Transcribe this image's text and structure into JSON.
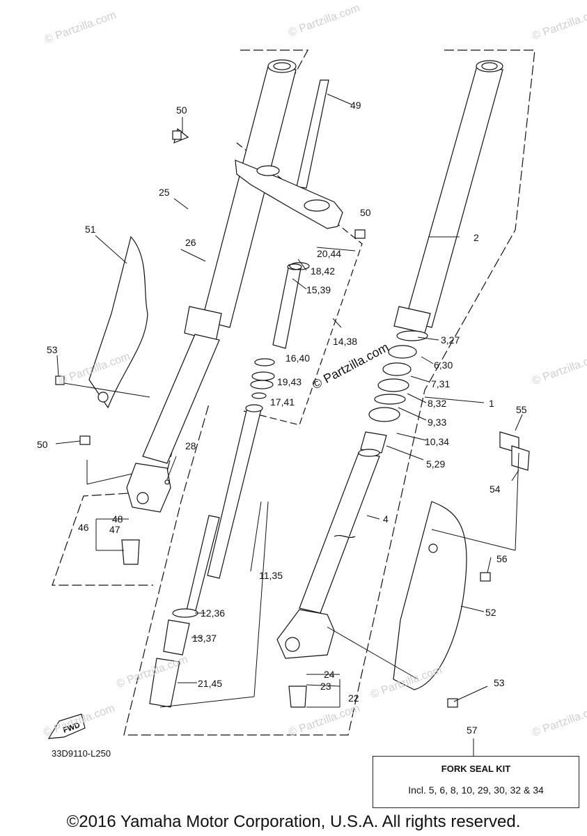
{
  "watermark": "© Partzilla.com",
  "center_watermark": "© Partzilla.com",
  "diagram_code": "33D9110-L250",
  "fwd_label": "FWD",
  "kit": {
    "callout": "57",
    "title": "FORK SEAL KIT",
    "description": "Incl. 5, 6, 8, 10, 29, 30, 32 & 34"
  },
  "copyright": "©2016 Yamaha Motor Corporation, U.S.A. All rights reserved.",
  "callouts": {
    "c1": "1",
    "c2": "2",
    "c3": "3,27",
    "c4": "4",
    "c5": "5,29",
    "c6": "6,30",
    "c7": "7,31",
    "c8": "8,32",
    "c9": "9,33",
    "c10": "10,34",
    "c11": "11,35",
    "c12": "12,36",
    "c13": "13,37",
    "c14": "14,38",
    "c15": "15,39",
    "c16": "16,40",
    "c17": "17,41",
    "c18": "18,42",
    "c19": "19,43",
    "c20": "20,44",
    "c21": "21,45",
    "c22": "22",
    "c23": "23",
    "c24": "24",
    "c25": "25",
    "c26": "26",
    "c28": "28",
    "c46": "46",
    "c47": "47",
    "c48": "48",
    "c49": "49",
    "c50a": "50",
    "c50b": "50",
    "c50c": "50",
    "c51": "51",
    "c52": "52",
    "c53a": "53",
    "c53b": "53",
    "c54": "54",
    "c55": "55",
    "c56": "56"
  }
}
